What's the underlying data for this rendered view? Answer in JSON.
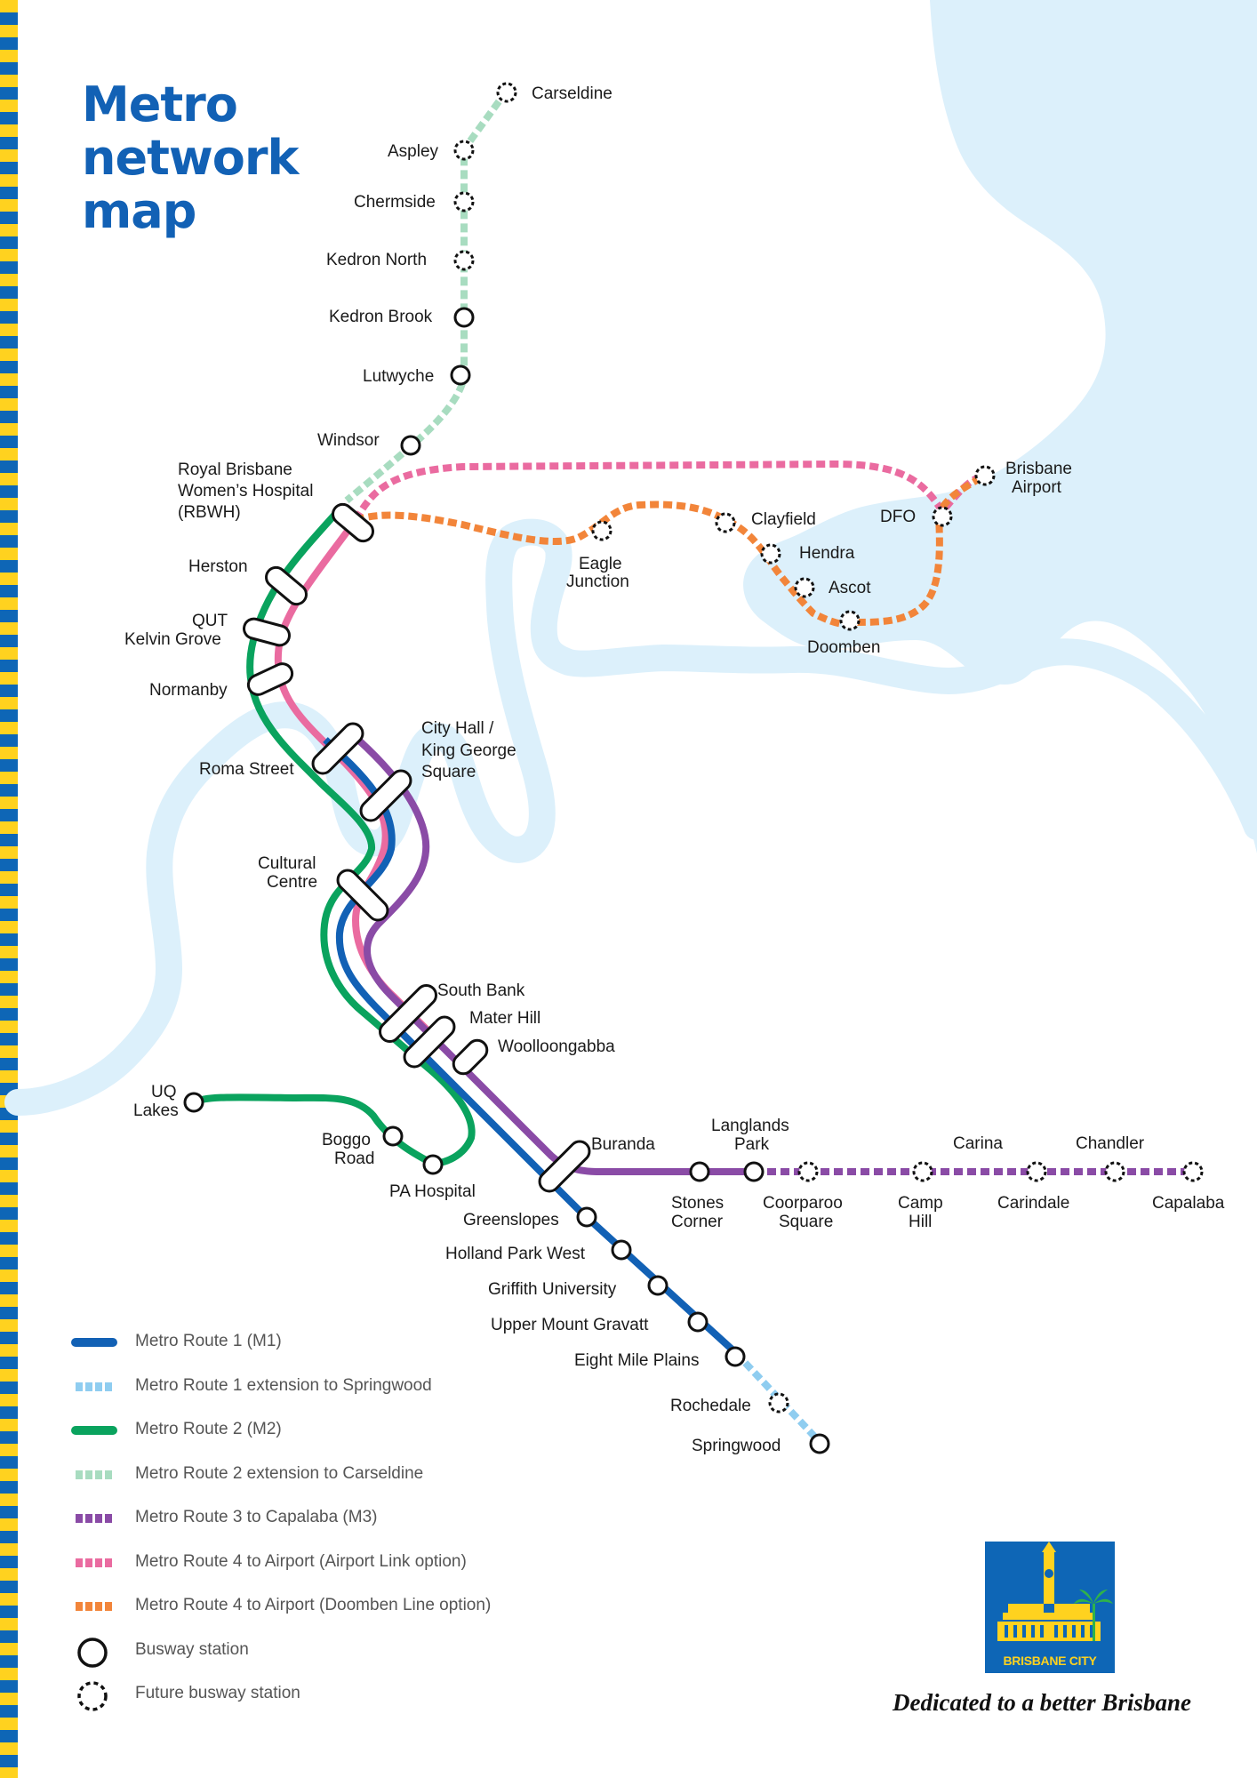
{
  "title_lines": [
    "Metro",
    "network",
    "map"
  ],
  "colors": {
    "m1": "#1261b5",
    "m1_ext": "#8fcdf0",
    "m2": "#0aa35e",
    "m2_ext": "#a8dcc0",
    "m3": "#8a4ba6",
    "m4_airport": "#ea6ba0",
    "m4_doomben": "#f2853a",
    "river": "#dcf0fb",
    "title": "#1261b5",
    "logo_bg": "#0e66b6",
    "logo_text": "#ffd21f"
  },
  "stations": {
    "carseldine": "Carseldine",
    "aspley": "Aspley",
    "chermside": "Chermside",
    "kedron_north": "Kedron North",
    "kedron_brook": "Kedron Brook",
    "lutwyche": "Lutwyche",
    "windsor": "Windsor",
    "rbwh_1": "Royal Brisbane",
    "rbwh_2": "Women’s Hospital",
    "rbwh_3": "(RBWH)",
    "herston": "Herston",
    "qut_1": "QUT",
    "qut_2": "Kelvin Grove",
    "normanby": "Normanby",
    "roma_street": "Roma Street",
    "city_hall_1": "City Hall /",
    "city_hall_2": "King George",
    "city_hall_3": "Square",
    "cultural_1": "Cultural",
    "cultural_2": "Centre",
    "south_bank": "South Bank",
    "mater_hill": "Mater Hill",
    "woolloongabba": "Woolloongabba",
    "uq_1": "UQ",
    "uq_2": "Lakes",
    "boggo_1": "Boggo",
    "boggo_2": "Road",
    "pa_hospital": "PA Hospital",
    "buranda": "Buranda",
    "stones_1": "Stones",
    "stones_2": "Corner",
    "langlands_1": "Langlands",
    "langlands_2": "Park",
    "coorparoo_1": "Coorparoo",
    "coorparoo_2": "Square",
    "camp_1": "Camp",
    "camp_2": "Hill",
    "carina": "Carina",
    "carindale": "Carindale",
    "chandler": "Chandler",
    "capalaba": "Capalaba",
    "greenslopes": "Greenslopes",
    "holland_park_west": "Holland Park West",
    "griffith": "Griffith University",
    "upper_mt_gravatt": "Upper Mount Gravatt",
    "eight_mile_plains": "Eight Mile Plains",
    "rochedale": "Rochedale",
    "springwood": "Springwood",
    "eagle_1": "Eagle",
    "eagle_2": "Junction",
    "clayfield": "Clayfield",
    "hendra": "Hendra",
    "ascot": "Ascot",
    "doomben": "Doomben",
    "dfo": "DFO",
    "airport_1": "Brisbane",
    "airport_2": "Airport"
  },
  "legend": [
    {
      "label": "Metro Route 1 (M1)",
      "color": "#1261b5",
      "dashed": false,
      "kind": "line"
    },
    {
      "label": "Metro Route 1 extension to Springwood",
      "color": "#8fcdf0",
      "dashed": true,
      "kind": "line"
    },
    {
      "label": "Metro Route 2 (M2)",
      "color": "#0aa35e",
      "dashed": false,
      "kind": "line"
    },
    {
      "label": "Metro Route 2 extension to Carseldine",
      "color": "#a8dcc0",
      "dashed": true,
      "kind": "line"
    },
    {
      "label": "Metro Route 3 to Capalaba (M3)",
      "color": "#8a4ba6",
      "dashed": true,
      "kind": "line"
    },
    {
      "label": "Metro Route 4 to Airport (Airport Link option)",
      "color": "#ea6ba0",
      "dashed": true,
      "kind": "line"
    },
    {
      "label": "Metro Route 4 to Airport (Doomben Line option)",
      "color": "#f2853a",
      "dashed": true,
      "kind": "line"
    },
    {
      "label": "Busway station",
      "color": "#111111",
      "dashed": false,
      "kind": "station"
    },
    {
      "label": "Future busway station",
      "color": "#111111",
      "dashed": true,
      "kind": "station"
    }
  ],
  "logo_text": "BRISBANE CITY",
  "tagline": "Dedicated to a better Brisbane"
}
